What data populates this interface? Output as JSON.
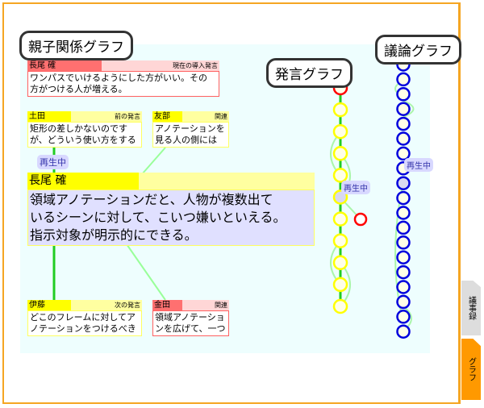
{
  "labels": {
    "parent_child": "親子関係グラフ",
    "utterance": "発言グラフ",
    "discussion": "議論グラフ"
  },
  "cards": {
    "current": {
      "name": "長尾 確",
      "relation": "現在の導入発言",
      "text": [
        "ワンパスでいけるようにした方がいい。その",
        "方がつける人が増える。"
      ]
    },
    "prev": {
      "name": "土田",
      "relation": "前の発言",
      "text": [
        "矩形の差しかないのです",
        "が、どういう使い方をする"
      ]
    },
    "related1": {
      "name": "友部",
      "relation": "関連",
      "text": [
        "アノテーションを",
        "見る人の側には"
      ]
    },
    "main": {
      "name": "長尾 確",
      "text": [
        "領域アノテーションだと、人物が複数出て",
        "いるシーンに対して、こいつ嫌いといえる。",
        "指示対象が明示的にできる。"
      ]
    },
    "next": {
      "name": "伊藤",
      "relation": "次の発言",
      "text": [
        "どこのフレームに対してア",
        "ノテーションをつけるべき"
      ]
    },
    "related2": {
      "name": "金田",
      "relation": "関連",
      "text": [
        "領域アノテーショ",
        "ンを広げて、一つ"
      ]
    }
  },
  "playing": "再生中",
  "tabs": {
    "minutes": "議事録",
    "graph": "グラフ"
  },
  "colors": {
    "accent": "#f5a623",
    "yellow": "#ffff00",
    "red": "#ff0000",
    "blue": "#0000dd",
    "edge": "#22cc22"
  }
}
